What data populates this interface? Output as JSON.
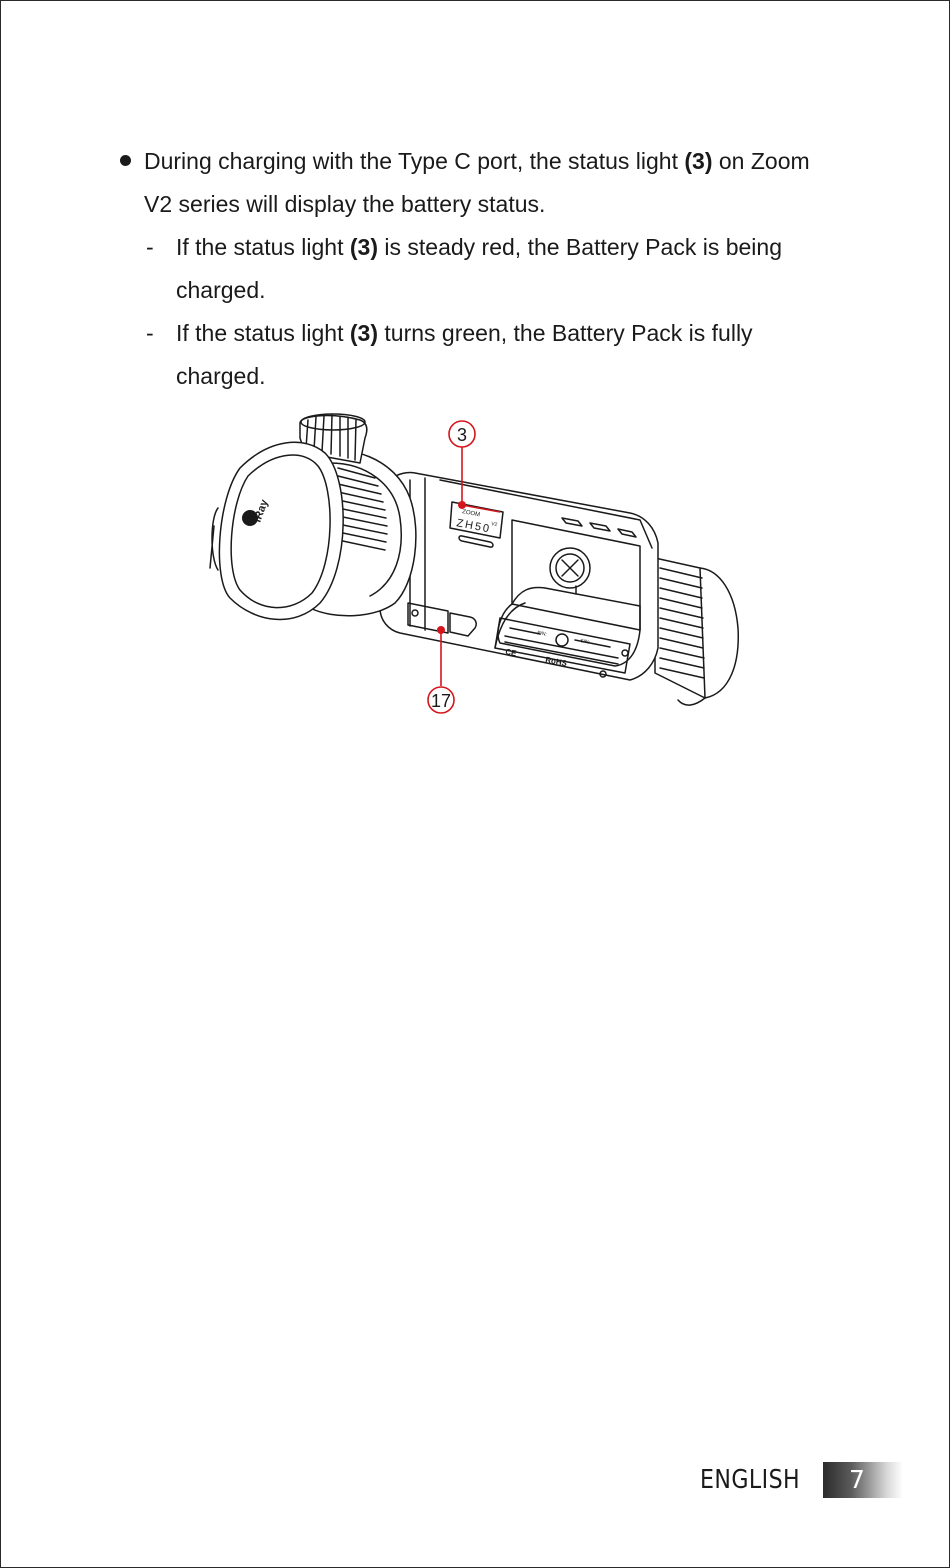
{
  "bullet": {
    "text_before": "During charging with the Type C port, the status light ",
    "ref": "(3)",
    "text_after": " on Zoom V2 series will display the battery status."
  },
  "sub_items": [
    {
      "dash": "-",
      "text_before": "If the status light ",
      "ref": "(3)",
      "text_after": " is steady red, the Battery Pack is being charged."
    },
    {
      "dash": "-",
      "text_before": "If the status light ",
      "ref": "(3)",
      "text_after": " turns green, the Battery Pack is fully charged."
    }
  ],
  "figure": {
    "callout_top": "3",
    "callout_bottom": "17",
    "brand_label": "iRay",
    "model_label": "ZH50",
    "model_suffix": "V2",
    "zoom_label": "ZOOM",
    "rohs_label": "RoHS",
    "ce_label": "CE",
    "pn_label": "P/N:",
    "sn_label": "S/N:",
    "callout_color": "#d4161c"
  },
  "footer": {
    "language": "ENGLISH",
    "page_number": "7"
  }
}
